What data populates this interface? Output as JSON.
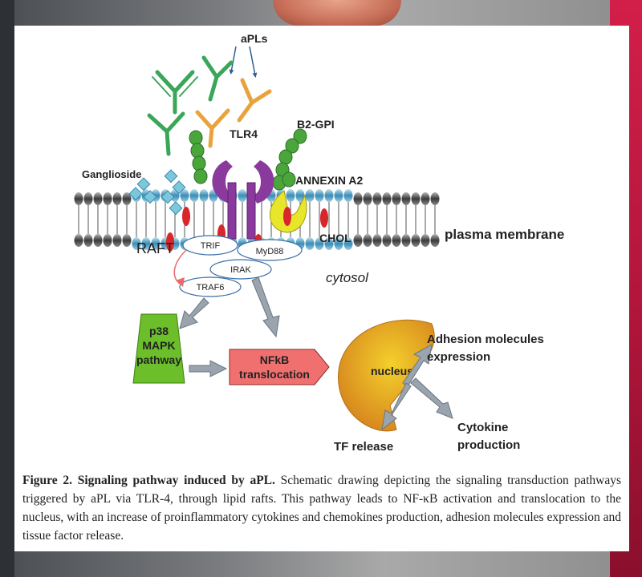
{
  "diagram": {
    "apl_label": "aPLs",
    "tlr4_label": "TLR4",
    "b2gpi_label": "B2-GPI",
    "ganglioside_label": "Ganglioside",
    "annexin_label": "ANNEXIN A2",
    "raft_label": "RAFT",
    "chol_label": "CHOL",
    "plasma_membrane_label": "plasma membrane",
    "cytosol_label": "cytosol",
    "trif_label": "TRIF",
    "myd88_label": "MyD88",
    "irak_label": "IRAK",
    "traf6_label": "TRAF6",
    "p38_line1": "p38",
    "p38_line2": "MAPK",
    "p38_line3": "pathway",
    "nfkb_line1": "NFkB",
    "nfkb_line2": "translocation",
    "nucleus_label": "nucleus",
    "adhesion_line1": "Adhesion molecules",
    "adhesion_line2": "expression",
    "cytokine_line1": "Cytokine",
    "cytokine_line2": "production",
    "tf_release_label": "TF release"
  },
  "caption": {
    "title": "Figure 2.  Signaling pathway induced by aPL.",
    "text": "Schematic drawing depicting the signaling transduction pathways triggered by aPL via TLR-4, through lipid rafts.  This pathway leads to NF-κB activation and translocation to the nucleus, with an increase of proinflammatory cytokines and chemokines production, adhesion molecules expression and tissue factor release."
  },
  "colors": {
    "antibody_green": "#3aa65a",
    "antibody_orange": "#e8a33c",
    "b2gpi_green": "#4aa63a",
    "tlr4_purple": "#8a3a9c",
    "annexin_yellow": "#e8e62a",
    "ganglioside_blue": "#7cc8d8",
    "chol_red": "#d8262a",
    "p38_green": "#6cbe2a",
    "nfkb_red": "#f07070",
    "nucleus_orange": "#e8a024"
  }
}
